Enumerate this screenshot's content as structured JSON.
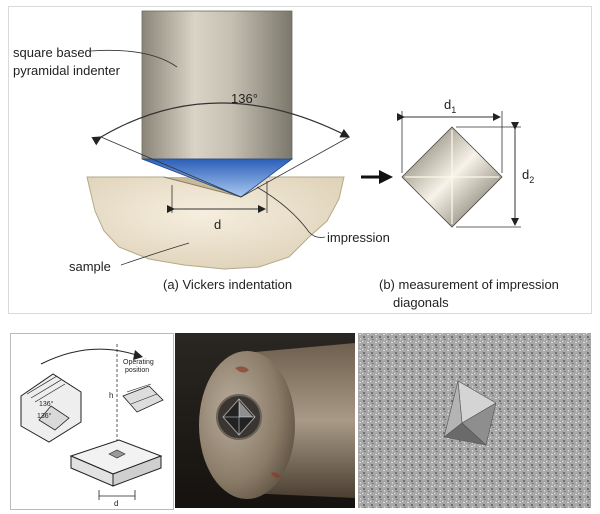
{
  "main_diagram": {
    "label_indenter": [
      "square based",
      "pyramidal indenter"
    ],
    "label_angle": "136°",
    "label_d": "d",
    "label_impression": "impression",
    "label_sample": "sample",
    "caption_a": "(a)  Vickers indentation",
    "label_d1": "d",
    "label_d1_sub": "1",
    "label_d2": "d",
    "label_d2_sub": "2",
    "caption_b_line1": "(b)  measurement of impression",
    "caption_b_line2": "diagonals"
  },
  "thumbnail_schematic": {
    "label_operating": [
      "Operating",
      "position"
    ],
    "label_angle_a": "136°",
    "label_angle_b": "136°",
    "label_h": "h",
    "label_d": "d"
  },
  "colors": {
    "indenter_tip": "#3a6fc7",
    "sample_fill": "#ece2cf",
    "arrow": "#111111"
  }
}
